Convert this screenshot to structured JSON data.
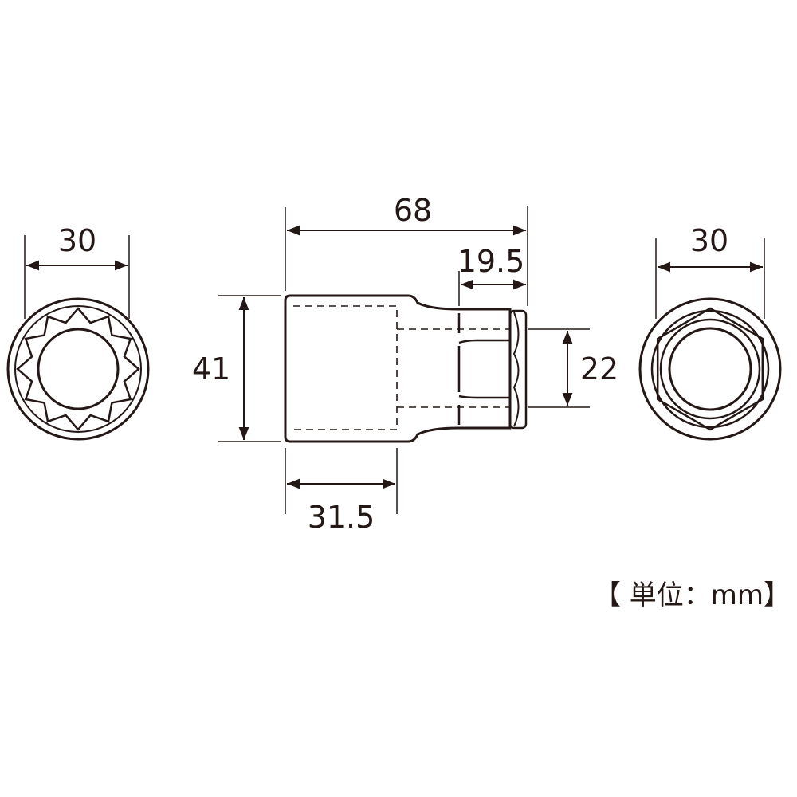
{
  "dimensions": {
    "left_end_width": "30",
    "overall_length": "68",
    "square_drive_length": "19.5",
    "outer_diameter": "41",
    "drive_end_diameter": "22",
    "socket_depth": "31.5",
    "right_end_width": "30"
  },
  "unit_label": "【 単位：mm】",
  "colors": {
    "line": "#231815",
    "background": "#ffffff"
  }
}
